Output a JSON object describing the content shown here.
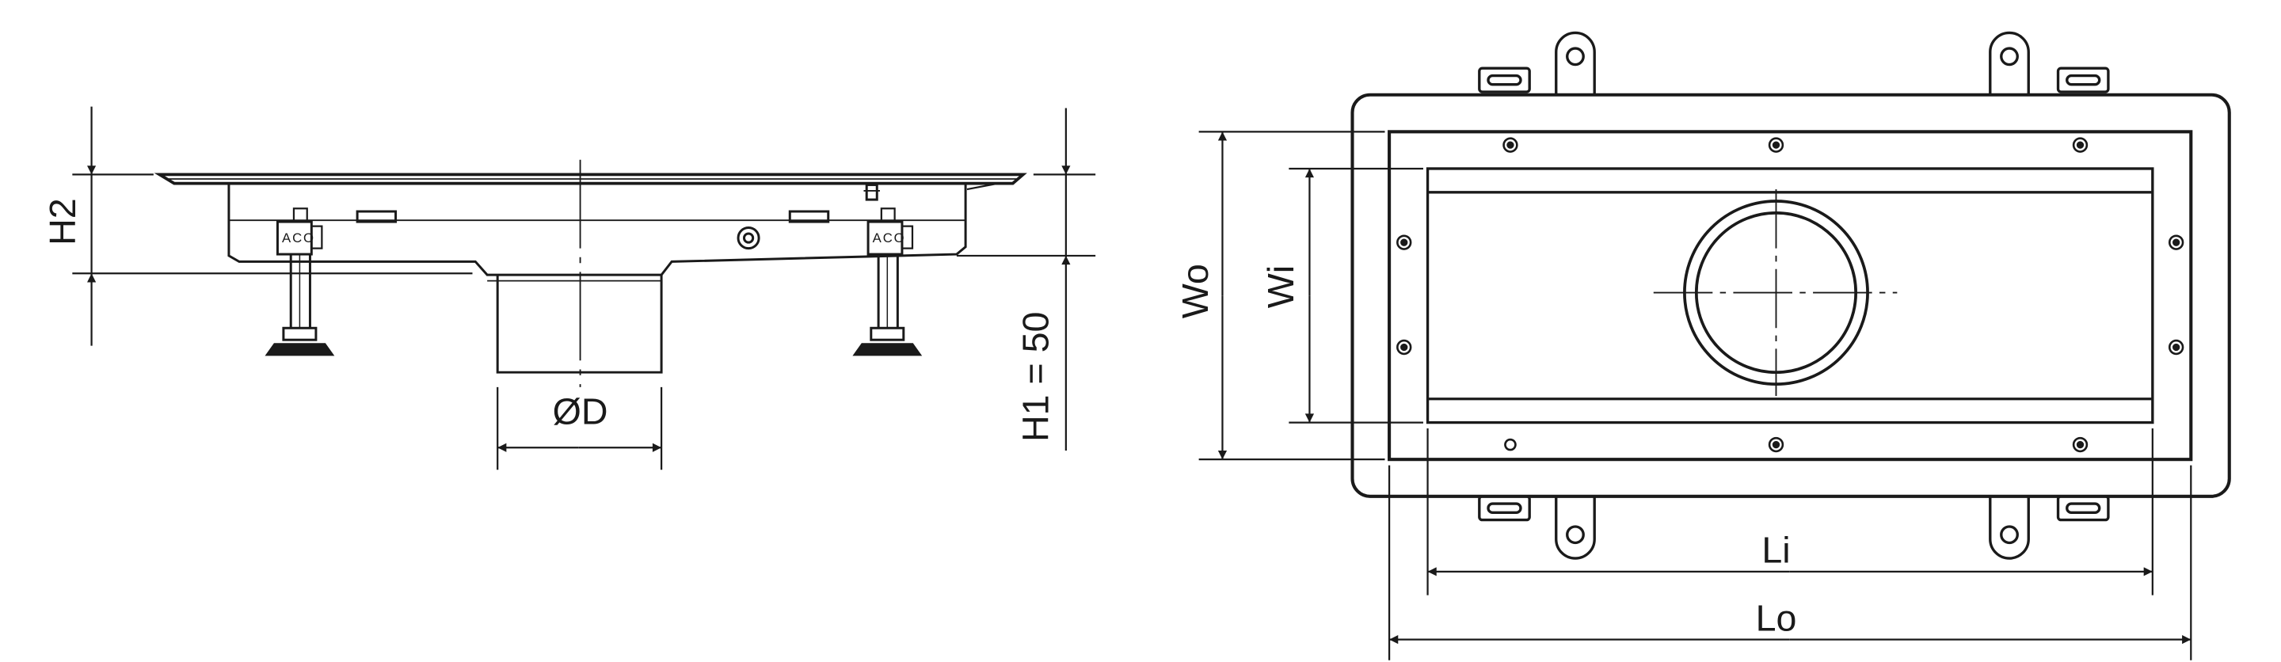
{
  "side_view": {
    "label_h2": "H2",
    "label_od": "ØD",
    "label_h1": "H1 = 50",
    "badge_left": "ACO",
    "badge_right": "ACO"
  },
  "top_view": {
    "label_wo": "Wo",
    "label_wi": "Wi",
    "label_li": "Li",
    "label_lo": "Lo"
  },
  "colors": {
    "line": "#1a1a1a",
    "background": "#ffffff"
  }
}
